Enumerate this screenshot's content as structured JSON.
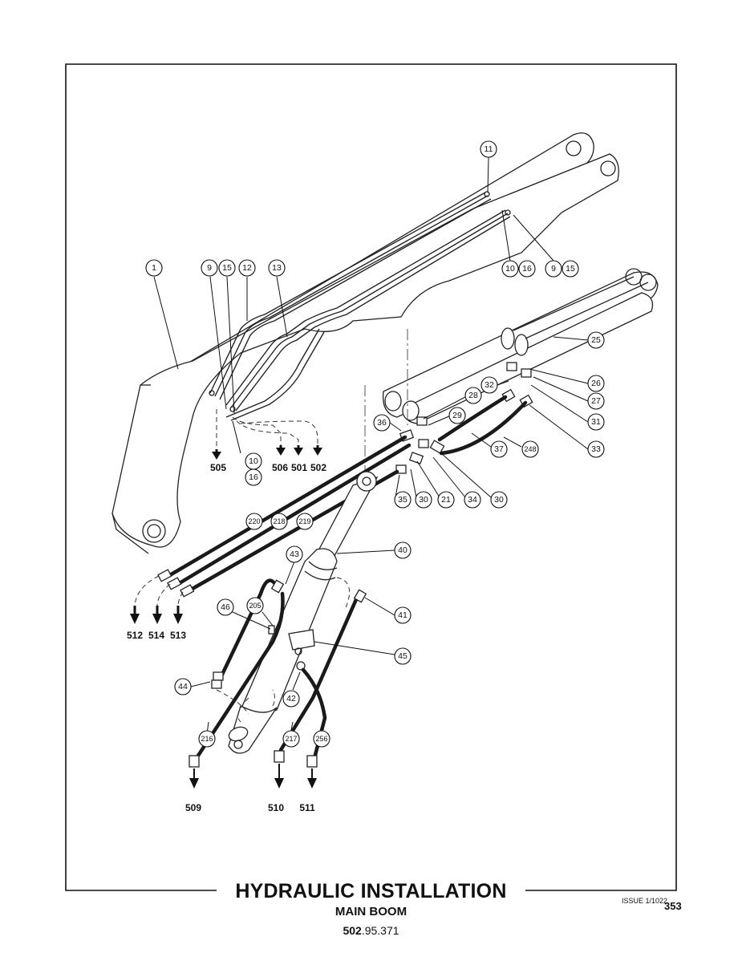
{
  "drawing": {
    "title": "HYDRAULIC INSTALLATION",
    "subtitle": "MAIN BOOM",
    "part_number_prefix": "502",
    "part_number_suffix": ".95.371",
    "issue": "ISSUE 1/1022",
    "page_number": "353"
  },
  "callouts": [
    "1",
    "9",
    "15",
    "12",
    "13",
    "11",
    "10",
    "16",
    "9",
    "15",
    "25",
    "26",
    "27",
    "31",
    "33",
    "32",
    "28",
    "29",
    "36",
    "37",
    "248",
    "30",
    "34",
    "21",
    "30",
    "35",
    "10",
    "16",
    "220",
    "218",
    "219",
    "40",
    "43",
    "205",
    "46",
    "41",
    "45",
    "42",
    "44",
    "216",
    "217",
    "256"
  ],
  "references": [
    "505",
    "506",
    "501",
    "502",
    "512",
    "514",
    "513",
    "509",
    "510",
    "511"
  ],
  "colors": {
    "line": "#111111",
    "background": "#ffffff"
  }
}
